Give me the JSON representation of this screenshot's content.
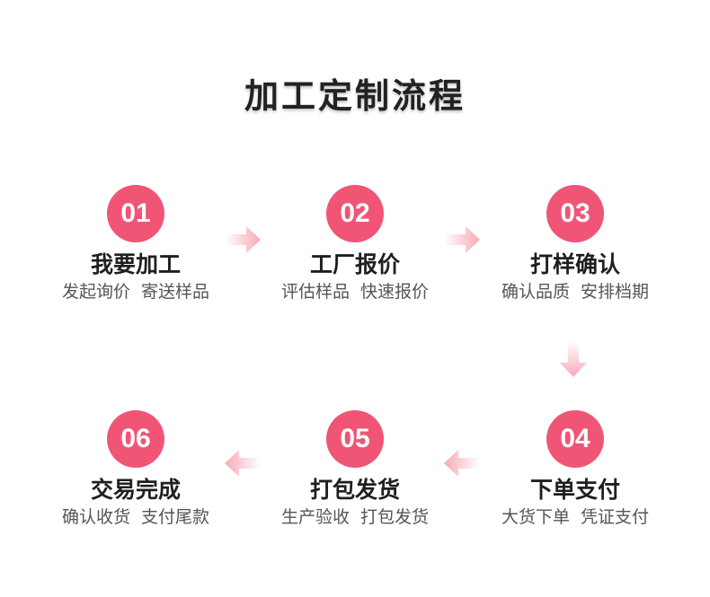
{
  "page": {
    "title": "加工定制流程"
  },
  "colors": {
    "circle": "#f05576",
    "arrow": "#f7a9b8"
  },
  "steps": [
    {
      "number": "01",
      "title": "我要加工",
      "desc": "发起询价  寄送样品"
    },
    {
      "number": "02",
      "title": "工厂报价",
      "desc": "评估样品  快速报价"
    },
    {
      "number": "03",
      "title": "打样确认",
      "desc": "确认品质  安排档期"
    },
    {
      "number": "04",
      "title": "下单支付",
      "desc": "大货下单  凭证支付"
    },
    {
      "number": "05",
      "title": "打包发货",
      "desc": "生产验收  打包发货"
    },
    {
      "number": "06",
      "title": "交易完成",
      "desc": "确认收货  支付尾款"
    }
  ],
  "arrows": [
    {
      "icon": "arrow-right-icon"
    },
    {
      "icon": "arrow-right-icon"
    },
    {
      "icon": "arrow-down-icon"
    },
    {
      "icon": "arrow-left-icon"
    },
    {
      "icon": "arrow-left-icon"
    }
  ]
}
